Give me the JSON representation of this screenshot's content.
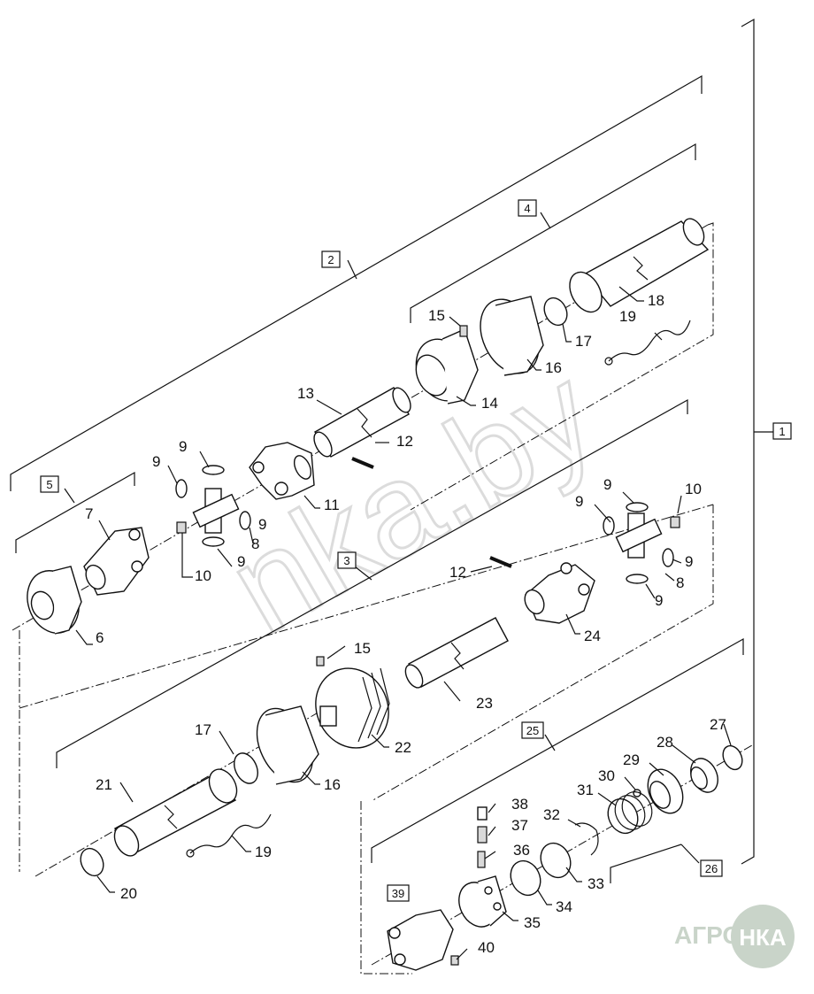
{
  "diagram": {
    "watermark": "nka.by",
    "logo": {
      "left": "АГРО",
      "right": "НКА"
    },
    "boxed_labels": [
      "1",
      "2",
      "3",
      "4",
      "5",
      "25",
      "26",
      "39"
    ],
    "labels": {
      "l6": "6",
      "l7": "7",
      "l8a": "8",
      "l8b": "8",
      "l9a": "9",
      "l9b": "9",
      "l9c": "9",
      "l9d": "9",
      "l9e": "9",
      "l9f": "9",
      "l9g": "9",
      "l9h": "9",
      "l10a": "10",
      "l10b": "10",
      "l11": "11",
      "l12a": "12",
      "l12b": "12",
      "l13": "13",
      "l14": "14",
      "l15a": "15",
      "l15b": "15",
      "l16a": "16",
      "l16b": "16",
      "l17a": "17",
      "l17b": "17",
      "l18": "18",
      "l19a": "19",
      "l19b": "19",
      "l20": "20",
      "l21": "21",
      "l22": "22",
      "l23": "23",
      "l24": "24",
      "l27": "27",
      "l28": "28",
      "l29": "29",
      "l30": "30",
      "l31": "31",
      "l32": "32",
      "l33": "33",
      "l34": "34",
      "l35": "35",
      "l36": "36",
      "l37": "37",
      "l38": "38",
      "l40": "40"
    }
  }
}
